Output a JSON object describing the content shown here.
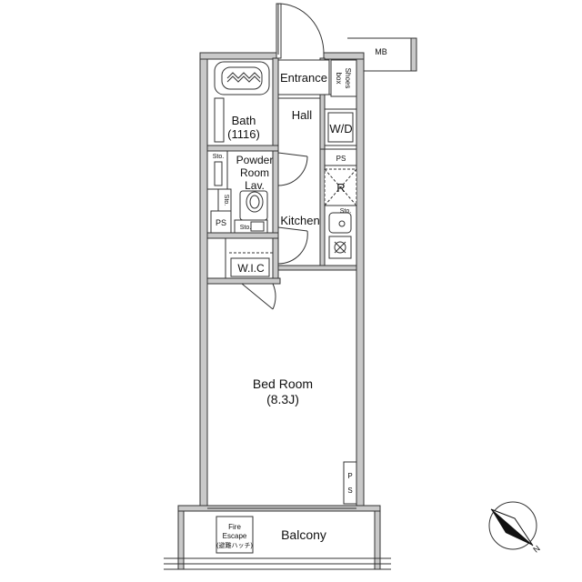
{
  "rooms": {
    "entrance": "Entrance",
    "shoes_box": [
      "Shoes",
      "box"
    ],
    "hall": "Hall",
    "bath": "Bath",
    "bath_size": "(1116)",
    "wd": "W/D",
    "ps_upper": "PS",
    "fridge": "R",
    "powder": [
      "Powder",
      "Room",
      "Lav."
    ],
    "kitchen": "Kitchen",
    "sto_top": "Sto.",
    "sto_mid": "Sto.",
    "sto_low": "Sto.",
    "sto_kitchen": "Sto.",
    "ps_left": "PS",
    "wic": "W.I.C",
    "bedroom": "Bed Room",
    "bedroom_size": "(8.3J)",
    "ps_right": [
      "P",
      "S"
    ],
    "fire_escape": [
      "Fire",
      "Escape",
      "(避難ハッチ)"
    ],
    "balcony": "Balcony",
    "mb": "MB"
  },
  "compass": {
    "north_label": "N"
  }
}
